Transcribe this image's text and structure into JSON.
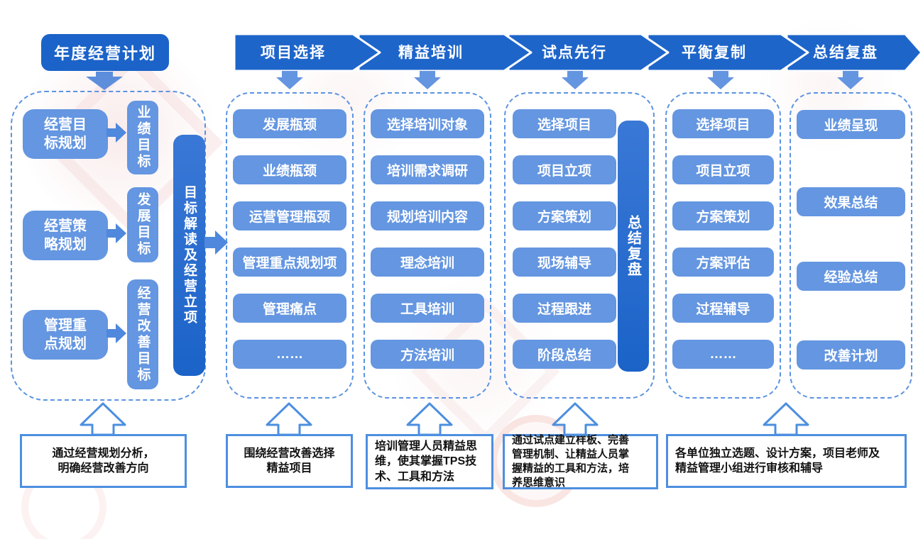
{
  "title": "年度经营计划",
  "phases": [
    {
      "label": "项目选择"
    },
    {
      "label": "精益培训"
    },
    {
      "label": "试点先行"
    },
    {
      "label": "平衡复制"
    },
    {
      "label": "总结复盘"
    }
  ],
  "planning_panel": {
    "rows": [
      {
        "source": "经营目标规划",
        "target": "业绩目标"
      },
      {
        "source": "经营策略规划",
        "target": "发展目标"
      },
      {
        "source": "管理重点规划",
        "target": "经营改善目标"
      }
    ],
    "bar": "目标解读及经营立项"
  },
  "columns": [
    {
      "phase": "项目选择",
      "items": [
        "发展瓶颈",
        "业绩瓶颈",
        "运营管理瓶颈",
        "管理重点规划项",
        "管理痛点",
        "……"
      ]
    },
    {
      "phase": "精益培训",
      "items": [
        "选择培训对象",
        "培训需求调研",
        "规划培训内容",
        "理念培训",
        "工具培训",
        "方法培训"
      ]
    },
    {
      "phase": "试点先行",
      "items": [
        "选择项目",
        "项目立项",
        "方案策划",
        "现场辅导",
        "过程跟进",
        "阶段总结"
      ],
      "bar": "总结复盘"
    },
    {
      "phase": "平衡复制",
      "items": [
        "选择项目",
        "项目立项",
        "方案策划",
        "方案评估",
        "过程辅导",
        "……"
      ]
    },
    {
      "phase": "总结复盘",
      "items": [
        "业绩呈现",
        "效果总结",
        "经验总结",
        "改善计划"
      ]
    }
  ],
  "notes": [
    "通过经营规划分析，\n明确经营改善方向",
    "围绕经营改善选择\n精益项目",
    "培训管理人员精益思\n维，使其掌握TPS技\n术、工具和方法",
    "通过试点建立样板、完善\n管理机制、让精益人员掌\n握精益的工具和方法，培\n养思维意识",
    "各单位独立选题、设计方案，项目老师及\n精益管理小组进行审核和辅导"
  ],
  "colors": {
    "primary_blue": "#1B63C8",
    "node_blue": "#6496E1",
    "arrow_blue": "#5D8EDC",
    "dashed_border_blue": "#5B93E1",
    "note_border_blue": "#4D8FE0",
    "note_text": "#111111"
  }
}
